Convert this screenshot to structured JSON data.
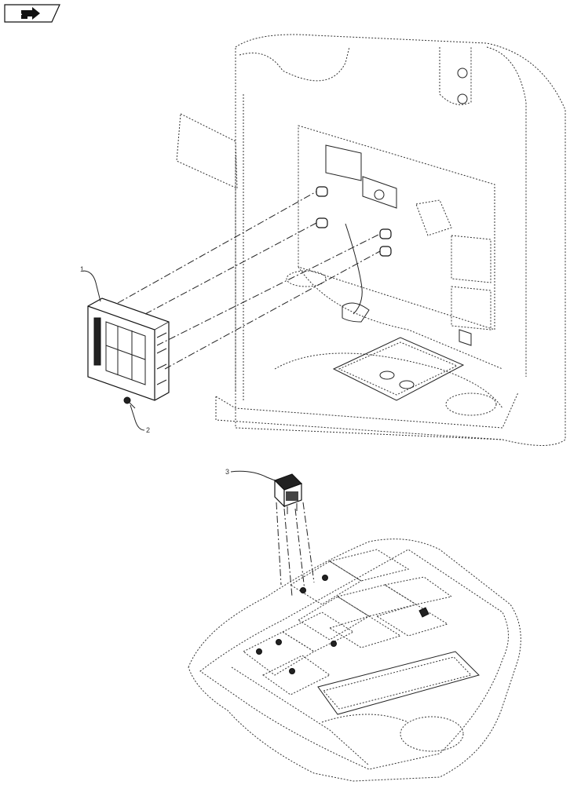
{
  "nav": {
    "icon": "next-page-arrow-icon"
  },
  "callouts": [
    {
      "id": "callout-1",
      "label": "1"
    },
    {
      "id": "callout-2",
      "label": "2"
    },
    {
      "id": "callout-3",
      "label": "3"
    }
  ]
}
